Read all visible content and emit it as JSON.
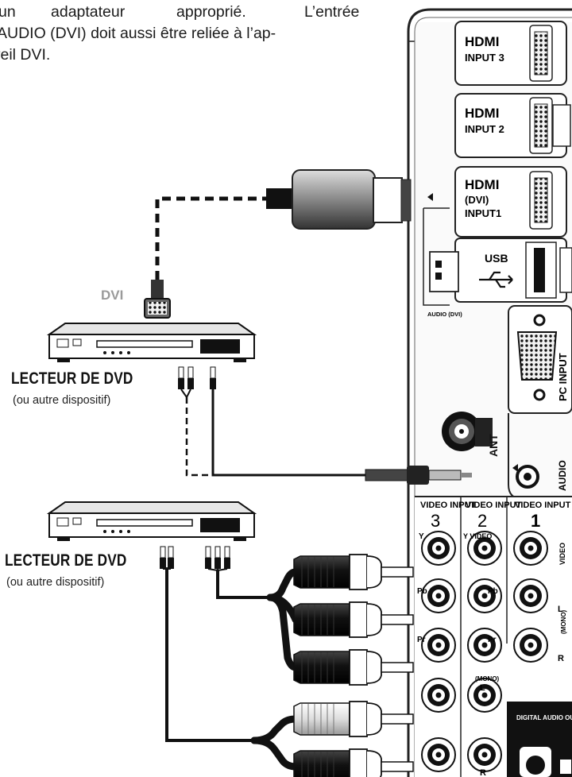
{
  "intro": {
    "line1_words": [
      "un",
      "adaptateur",
      "approprié.",
      "L’entrée"
    ],
    "line2": "AUDIO (DVI) doit aussi être reliée à l’ap-",
    "line3": "reil DVI."
  },
  "devices": [
    {
      "title": "LECTEUR DE DVD",
      "subtitle": "(ou autre dispositif)"
    },
    {
      "title": "LECTEUR DE DVD",
      "subtitle": "(ou autre dispositif)"
    }
  ],
  "dvi_label": "DVI",
  "panel": {
    "hdmi_logo": "HDMI",
    "hdmi_ports": [
      {
        "label": "INPUT 3",
        "sub": ""
      },
      {
        "label": "INPUT 2",
        "sub": ""
      },
      {
        "label": "INPUT1",
        "sub": "(DVI)"
      }
    ],
    "usb_label": "USB",
    "audio_dvi_label": "AUDIO (DVI)",
    "pc_input_label": "PC INPUT",
    "ant_label": "ANT",
    "audio_label": "AUDIO",
    "video_inputs": [
      {
        "label": "VIDEO INPUT",
        "num": "3"
      },
      {
        "label": "VIDEO INPUT",
        "num": "2"
      },
      {
        "label": "VIDEO INPUT",
        "num": "1"
      }
    ],
    "jack_labels": {
      "y": "Y",
      "y_video": "Y VIDEO",
      "pb": "Pb",
      "pb2": "Pb",
      "pr": "Pr",
      "pr2": "Pr",
      "video": "VIDEO",
      "l": "L",
      "mono": "(MONO)",
      "r": "R",
      "mono_l": "(MONO)",
      "l2": "L",
      "r2": "R"
    },
    "digital_audio_output": "DIGITAL AUDIO OUTPUT"
  },
  "colors": {
    "ink": "#111111",
    "panel_bg": "#f4f4f4",
    "dvi_gray": "#9a9a9a",
    "cable": "#1a1a1a"
  }
}
